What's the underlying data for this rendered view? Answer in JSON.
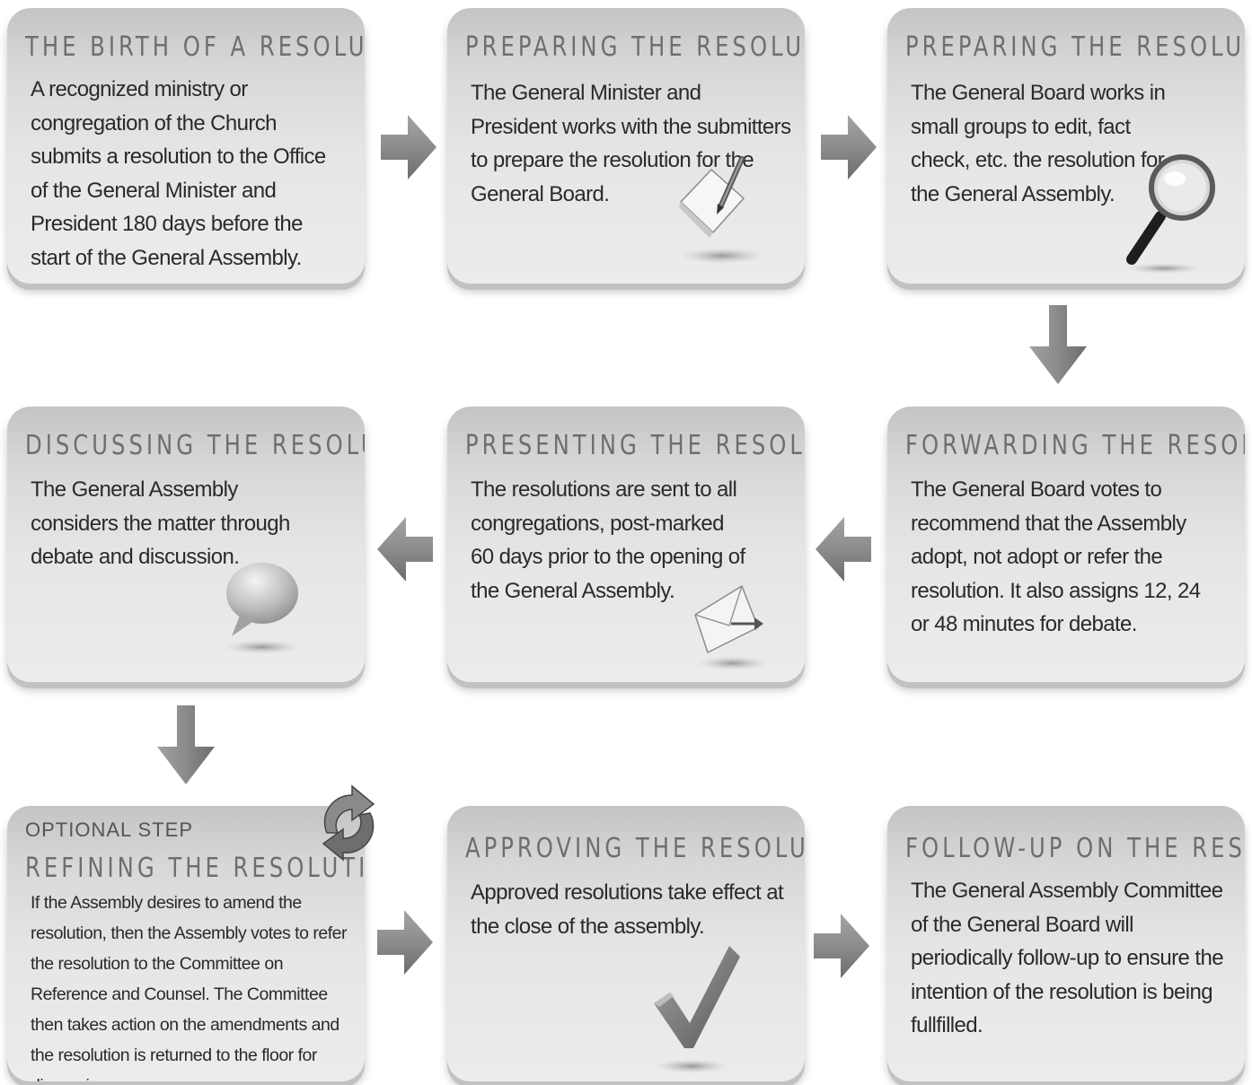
{
  "steps": [
    {
      "heading": "THE BIRTH OF A RESOLUTION",
      "body": "A recognized ministry or congregation of the Church submits a resolution to the Office of the General Minister and President 180 days before the start of the General Assembly."
    },
    {
      "heading": "PREPARING THE RESOLUTION",
      "body": "The General Minister and President works with the submitters to prepare the resolution for the General Board.",
      "icon": "paper-pencil-icon"
    },
    {
      "heading": "PREPARING THE RESOLUTION",
      "body": "The General Board works in small groups to edit, fact check, etc. the resolution for the General Assembly.",
      "icon": "magnifying-glass-icon"
    },
    {
      "heading": "FORWARDING THE RESOLUTION",
      "body": "The General Board votes to recommend that the Assembly adopt, not adopt or refer the resolution. It also assigns 12, 24 or 48 minutes for debate."
    },
    {
      "heading": "PRESENTING THE RESOLUTION",
      "body": "The resolutions are sent to all congregations, post-marked 60 days prior to the opening of the General Assembly.",
      "icon": "envelope-send-icon"
    },
    {
      "heading": "DISCUSSING THE RESOLUTION",
      "body": "The General Assembly considers the matter through debate and discussion.",
      "icon": "speech-bubble-icon"
    },
    {
      "subheading": "OPTIONAL STEP",
      "heading": "REFINING THE RESOLUTION",
      "body": "If the Assembly desires to amend the resolution, then the Assembly votes to refer the resolution to the Committee on Reference and Counsel. The Committee then takes action on the amendments and the resolution is returned to the floor for discussion.",
      "icon": "refresh-arrows-icon"
    },
    {
      "heading": "APPROVING THE RESOLUTION",
      "body": "Approved resolutions take effect at the close of the assembly.",
      "icon": "checkmark-icon"
    },
    {
      "heading": "FOLLOW-UP ON THE RESOLUTION",
      "body": "The General Assembly Committee of the General Board will periodically follow-up to ensure the intention of the resolution is being fullfilled."
    }
  ],
  "flow": [
    "1 to 2",
    "2 to 3",
    "3 to 4",
    "4 to 5",
    "5 to 6",
    "6 to 7",
    "7 to 8",
    "8 to 9"
  ]
}
